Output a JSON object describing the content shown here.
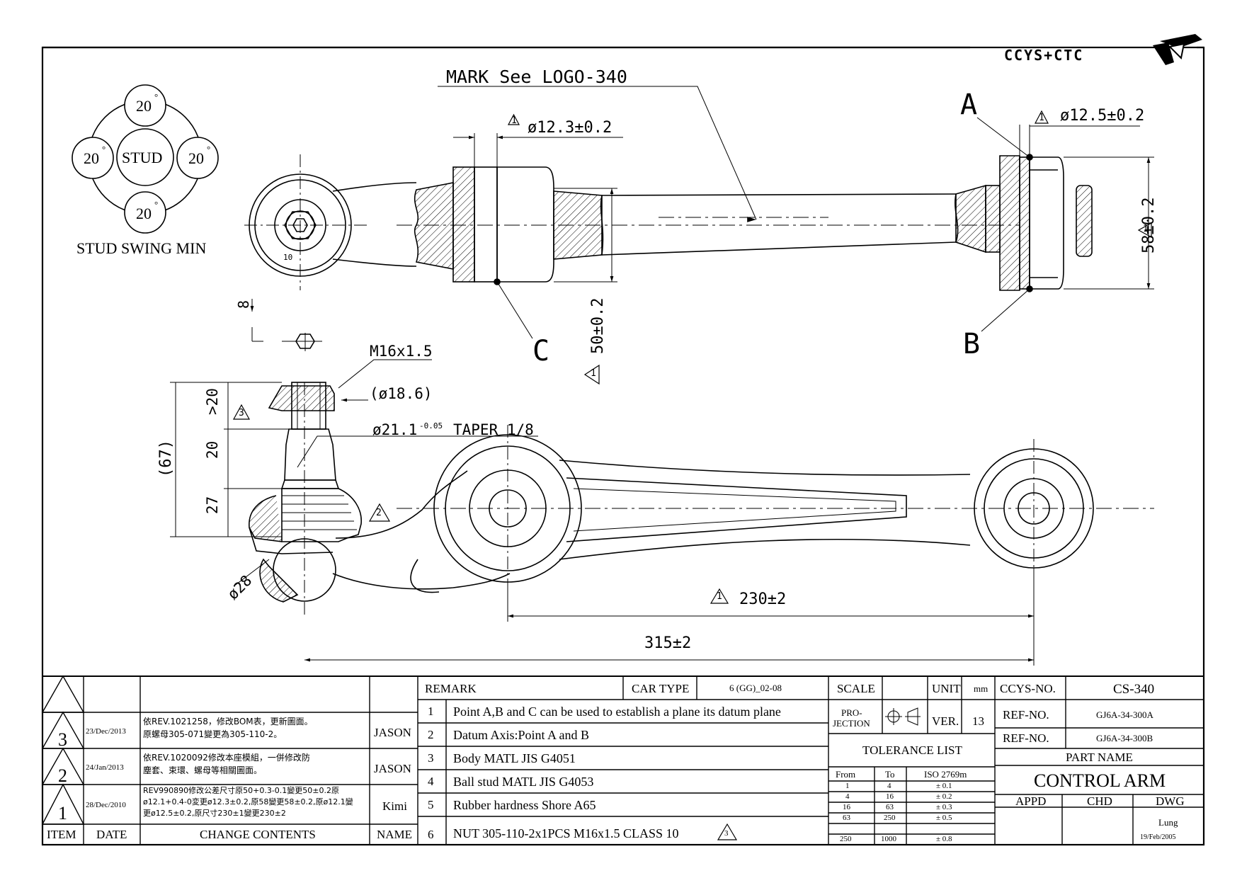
{
  "header": {
    "brand": "CCYS+CTC"
  },
  "drawing": {
    "mark_note": "MARK See LOGO-340",
    "dim_d12_3": "ø12.3±0.2",
    "dim_d12_5": "ø12.5±0.2",
    "point_a": "A",
    "point_b": "B",
    "point_c": "C",
    "dim_58": "58±0.2",
    "dim_50": "50±0.2",
    "dim_8": "8",
    "thread": "M16x1.5",
    "dim_d18_6": "(ø18.6)",
    "taper": "ø21.1",
    "taper_tol": "-0.05",
    "taper_label": "TAPER 1/8",
    "dim_20a": ">20",
    "dim_20b": "20",
    "dim_27": "27",
    "dim_67": "(67)",
    "dim_d28": "ø28",
    "dim_230": "230±2",
    "dim_315": "315±2",
    "rev1": "1",
    "rev2": "2",
    "rev3": "3",
    "swing": {
      "center": "STUD",
      "top": "20",
      "left": "20",
      "right": "20",
      "bottom": "20",
      "degree": "°",
      "caption": "STUD SWING MIN"
    },
    "nut_size": "10"
  },
  "revisions": {
    "headers": {
      "item": "ITEM",
      "date": "DATE",
      "contents": "CHANGE CONTENTS",
      "name": "NAME"
    },
    "rows": [
      {
        "item": "3",
        "date": "23/Dec/2013",
        "contents_1": "依REV.1021258，修改BOM表，更新圖面。",
        "contents_2": "原螺母305-071變更為305-110-2。",
        "name": "JASON"
      },
      {
        "item": "2",
        "date": "24/Jan/2013",
        "contents_1": "依REV.1020092修改本座模組，一併修改防",
        "contents_2": "塵套、束環、螺母等相關圖面。",
        "name": "JASON"
      },
      {
        "item": "1",
        "date": "28/Dec/2010",
        "contents_1": "REV990890修改公差尺寸原50+0.3-0.1變更50±0.2原",
        "contents_2": "ø12.1+0.4-0変更ø12.3±0.2,原58變更58±0.2,原ø12.1變",
        "contents_3": "更ø12.5±0.2,原尺寸230±1變更230±2",
        "name": "Kimi"
      }
    ]
  },
  "remarks": {
    "title": "REMARK",
    "car_type_label": "CAR TYPE",
    "car_type_value": "6 (GG)_02-08",
    "items": [
      {
        "no": "1",
        "text": "Point A,B and C can be used to establish a plane its datum plane"
      },
      {
        "no": "2",
        "text": "Datum Axis:Point A and B"
      },
      {
        "no": "3",
        "text": "Body MATL JIS G4051"
      },
      {
        "no": "4",
        "text": "Ball stud MATL JIS G4053"
      },
      {
        "no": "5",
        "text": "Rubber hardness Shore A65"
      },
      {
        "no": "6",
        "text": "NUT 305-110-2x1PCS M16x1.5 CLASS 10",
        "flag": "3"
      }
    ]
  },
  "spec": {
    "scale_label": "SCALE",
    "unit_label": "UNIT",
    "unit_value": "mm",
    "projection_label_1": "PRO-",
    "projection_label_2": "JECTION",
    "ver_label": "VER.",
    "ver_value": "13",
    "tolerance_title": "TOLERANCE LIST",
    "tol_headers": {
      "from": "From",
      "to": "To",
      "iso": "ISO 2769m"
    },
    "tol_rows": [
      {
        "from": "1",
        "to": "4",
        "tol": "± 0.1"
      },
      {
        "from": "4",
        "to": "16",
        "tol": "± 0.2"
      },
      {
        "from": "16",
        "to": "63",
        "tol": "± 0.3"
      },
      {
        "from": "63",
        "to": "250",
        "tol": "± 0.5"
      },
      {
        "from": "250",
        "to": "1000",
        "tol": "± 0.8"
      }
    ]
  },
  "title_block": {
    "ccys_no_label": "CCYS-NO.",
    "ccys_no": "CS-340",
    "ref1_label": "REF-NO.",
    "ref1": "GJ6A-34-300A",
    "ref2_label": "REF-NO.",
    "ref2": "GJ6A-34-300B",
    "part_name_label": "PART NAME",
    "part_name": "CONTROL ARM",
    "appd": "APPD",
    "chd": "CHD",
    "dwg": "DWG",
    "dwg_by": "Lung",
    "dwg_date": "19/Feb/2005"
  }
}
